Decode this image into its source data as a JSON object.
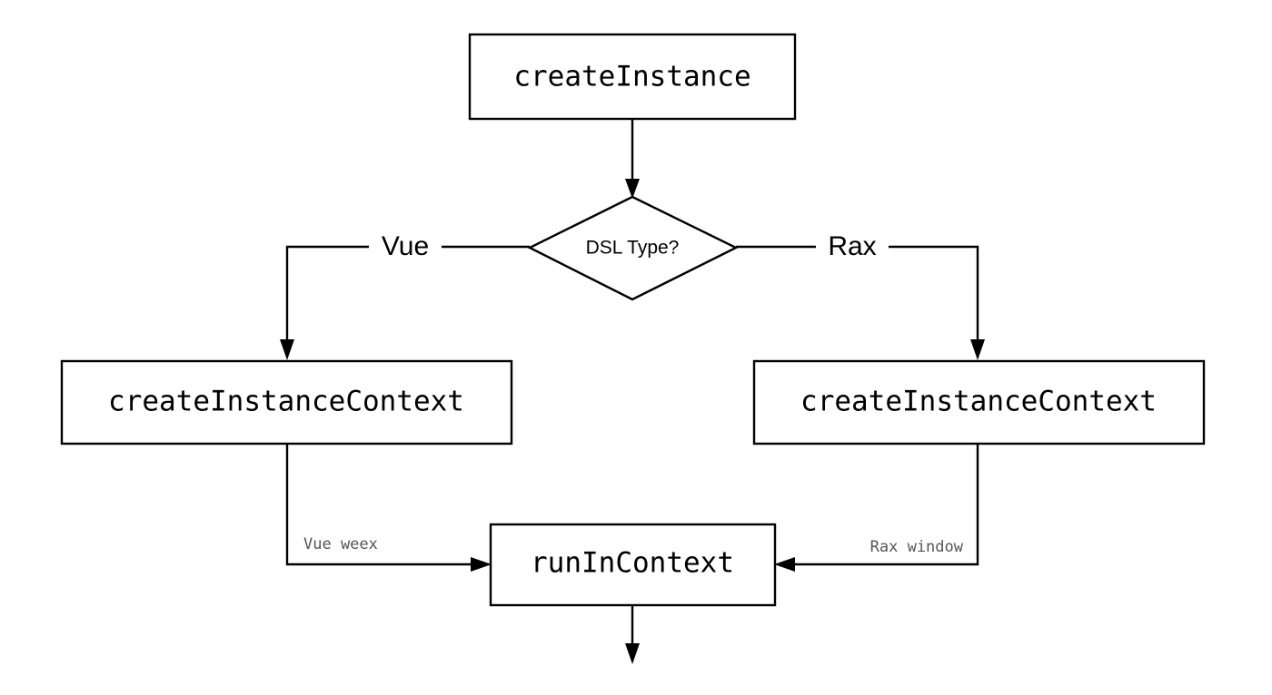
{
  "diagram": {
    "type": "flowchart",
    "orientation": "top-down",
    "background_color": "#ffffff",
    "stroke_color": "#000000",
    "note_color": "#555555",
    "nodes": {
      "create_instance": {
        "label": "createInstance",
        "shape": "rectangle"
      },
      "decision": {
        "label": "DSL Type?",
        "shape": "diamond"
      },
      "vue_context": {
        "label": "createInstanceContext",
        "shape": "rectangle"
      },
      "rax_context": {
        "label": "createInstanceContext",
        "shape": "rectangle"
      },
      "run_in_context": {
        "label": "runInContext",
        "shape": "rectangle"
      }
    },
    "branch_labels": {
      "left": "Vue",
      "right": "Rax"
    },
    "edge_notes": {
      "left": "Vue weex",
      "right": "Rax window"
    }
  }
}
